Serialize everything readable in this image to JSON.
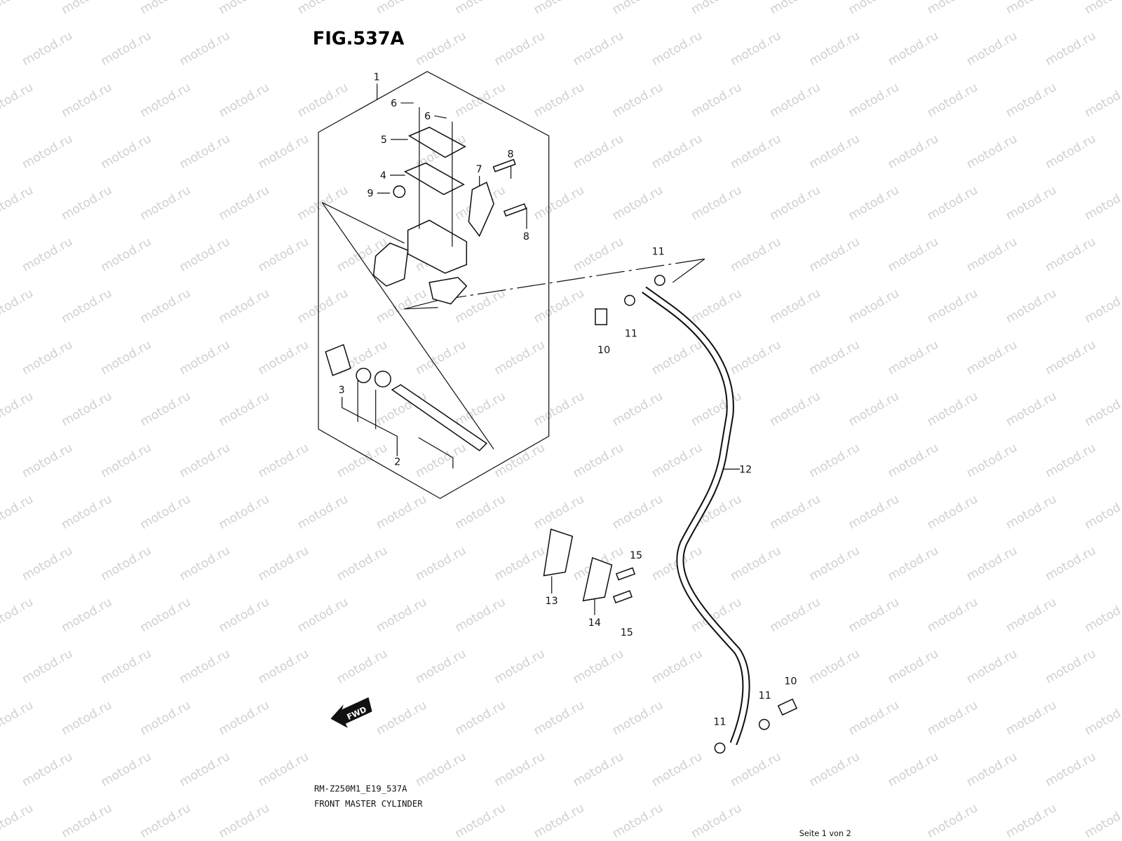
{
  "figure": {
    "title": "FIG.537A",
    "model_code": "RM-Z250M1_E19_537A",
    "caption": "FRONT MASTER CYLINDER",
    "page_indicator": "Seite 1 von 2",
    "watermark": "motod.ru",
    "fwd_label": "FWD"
  },
  "callouts": [
    "1",
    "6",
    "6",
    "5",
    "8",
    "4",
    "7",
    "9",
    "8",
    "11",
    "11",
    "10",
    "3",
    "2",
    "12",
    "15",
    "13",
    "14",
    "15",
    "10",
    "11",
    "11"
  ],
  "colors": {
    "line": "#111111",
    "watermark": "#d0d0d0",
    "background": "#ffffff"
  }
}
